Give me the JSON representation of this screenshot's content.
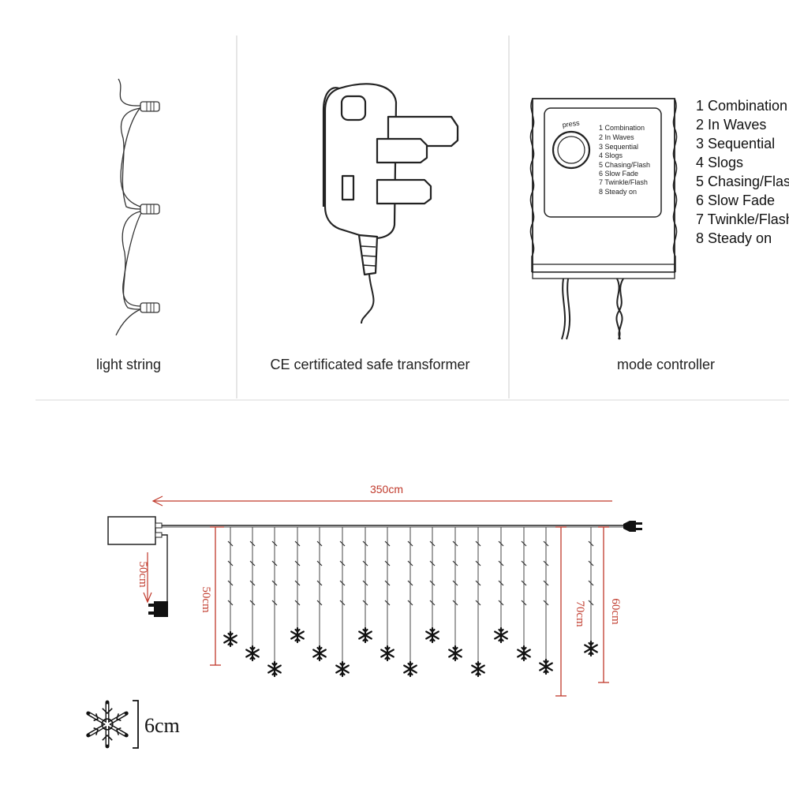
{
  "panels": {
    "light_string_label": "light string",
    "transformer_label": "CE certificated safe transformer",
    "controller_label": "mode controller",
    "press_label": "press"
  },
  "modes": [
    "1 Combination",
    "2 In Waves",
    "3 Sequential",
    "4 Slogs",
    "5 Chasing/Flash",
    "6 Slow Fade",
    "7 Twinkle/Flash",
    "8 Steady on"
  ],
  "dimensions": {
    "total_length": "350cm",
    "lead_length": "50cm",
    "short_drop": "50cm",
    "long_drop": "70cm",
    "mid_drop": "60cm",
    "snowflake_size": "6cm"
  },
  "colors": {
    "dimension": "#c0392b",
    "line": "#222222",
    "divider": "#e6e6e6"
  },
  "icons": [
    "led-bulb-icon",
    "uk-plug-icon",
    "controller-box-icon",
    "snowflake-icon",
    "eu-plug-icon"
  ]
}
